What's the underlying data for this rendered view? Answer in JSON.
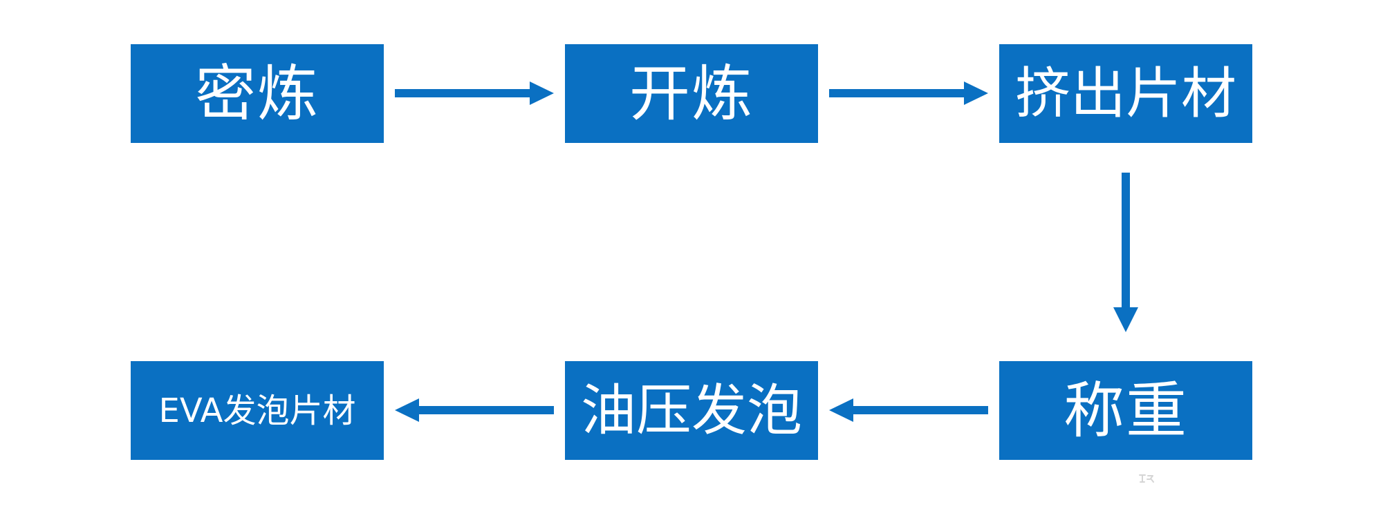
{
  "colors": {
    "box": "#0a70c2",
    "text": "#ffffff",
    "arrow": "#0a70c2",
    "background": "#ffffff"
  },
  "flow": {
    "steps": [
      {
        "label": "密炼"
      },
      {
        "label": "开炼"
      },
      {
        "label": "挤出片材"
      },
      {
        "label": "称重"
      },
      {
        "label": "油压发泡"
      },
      {
        "label": "EVA发泡片材"
      }
    ]
  }
}
